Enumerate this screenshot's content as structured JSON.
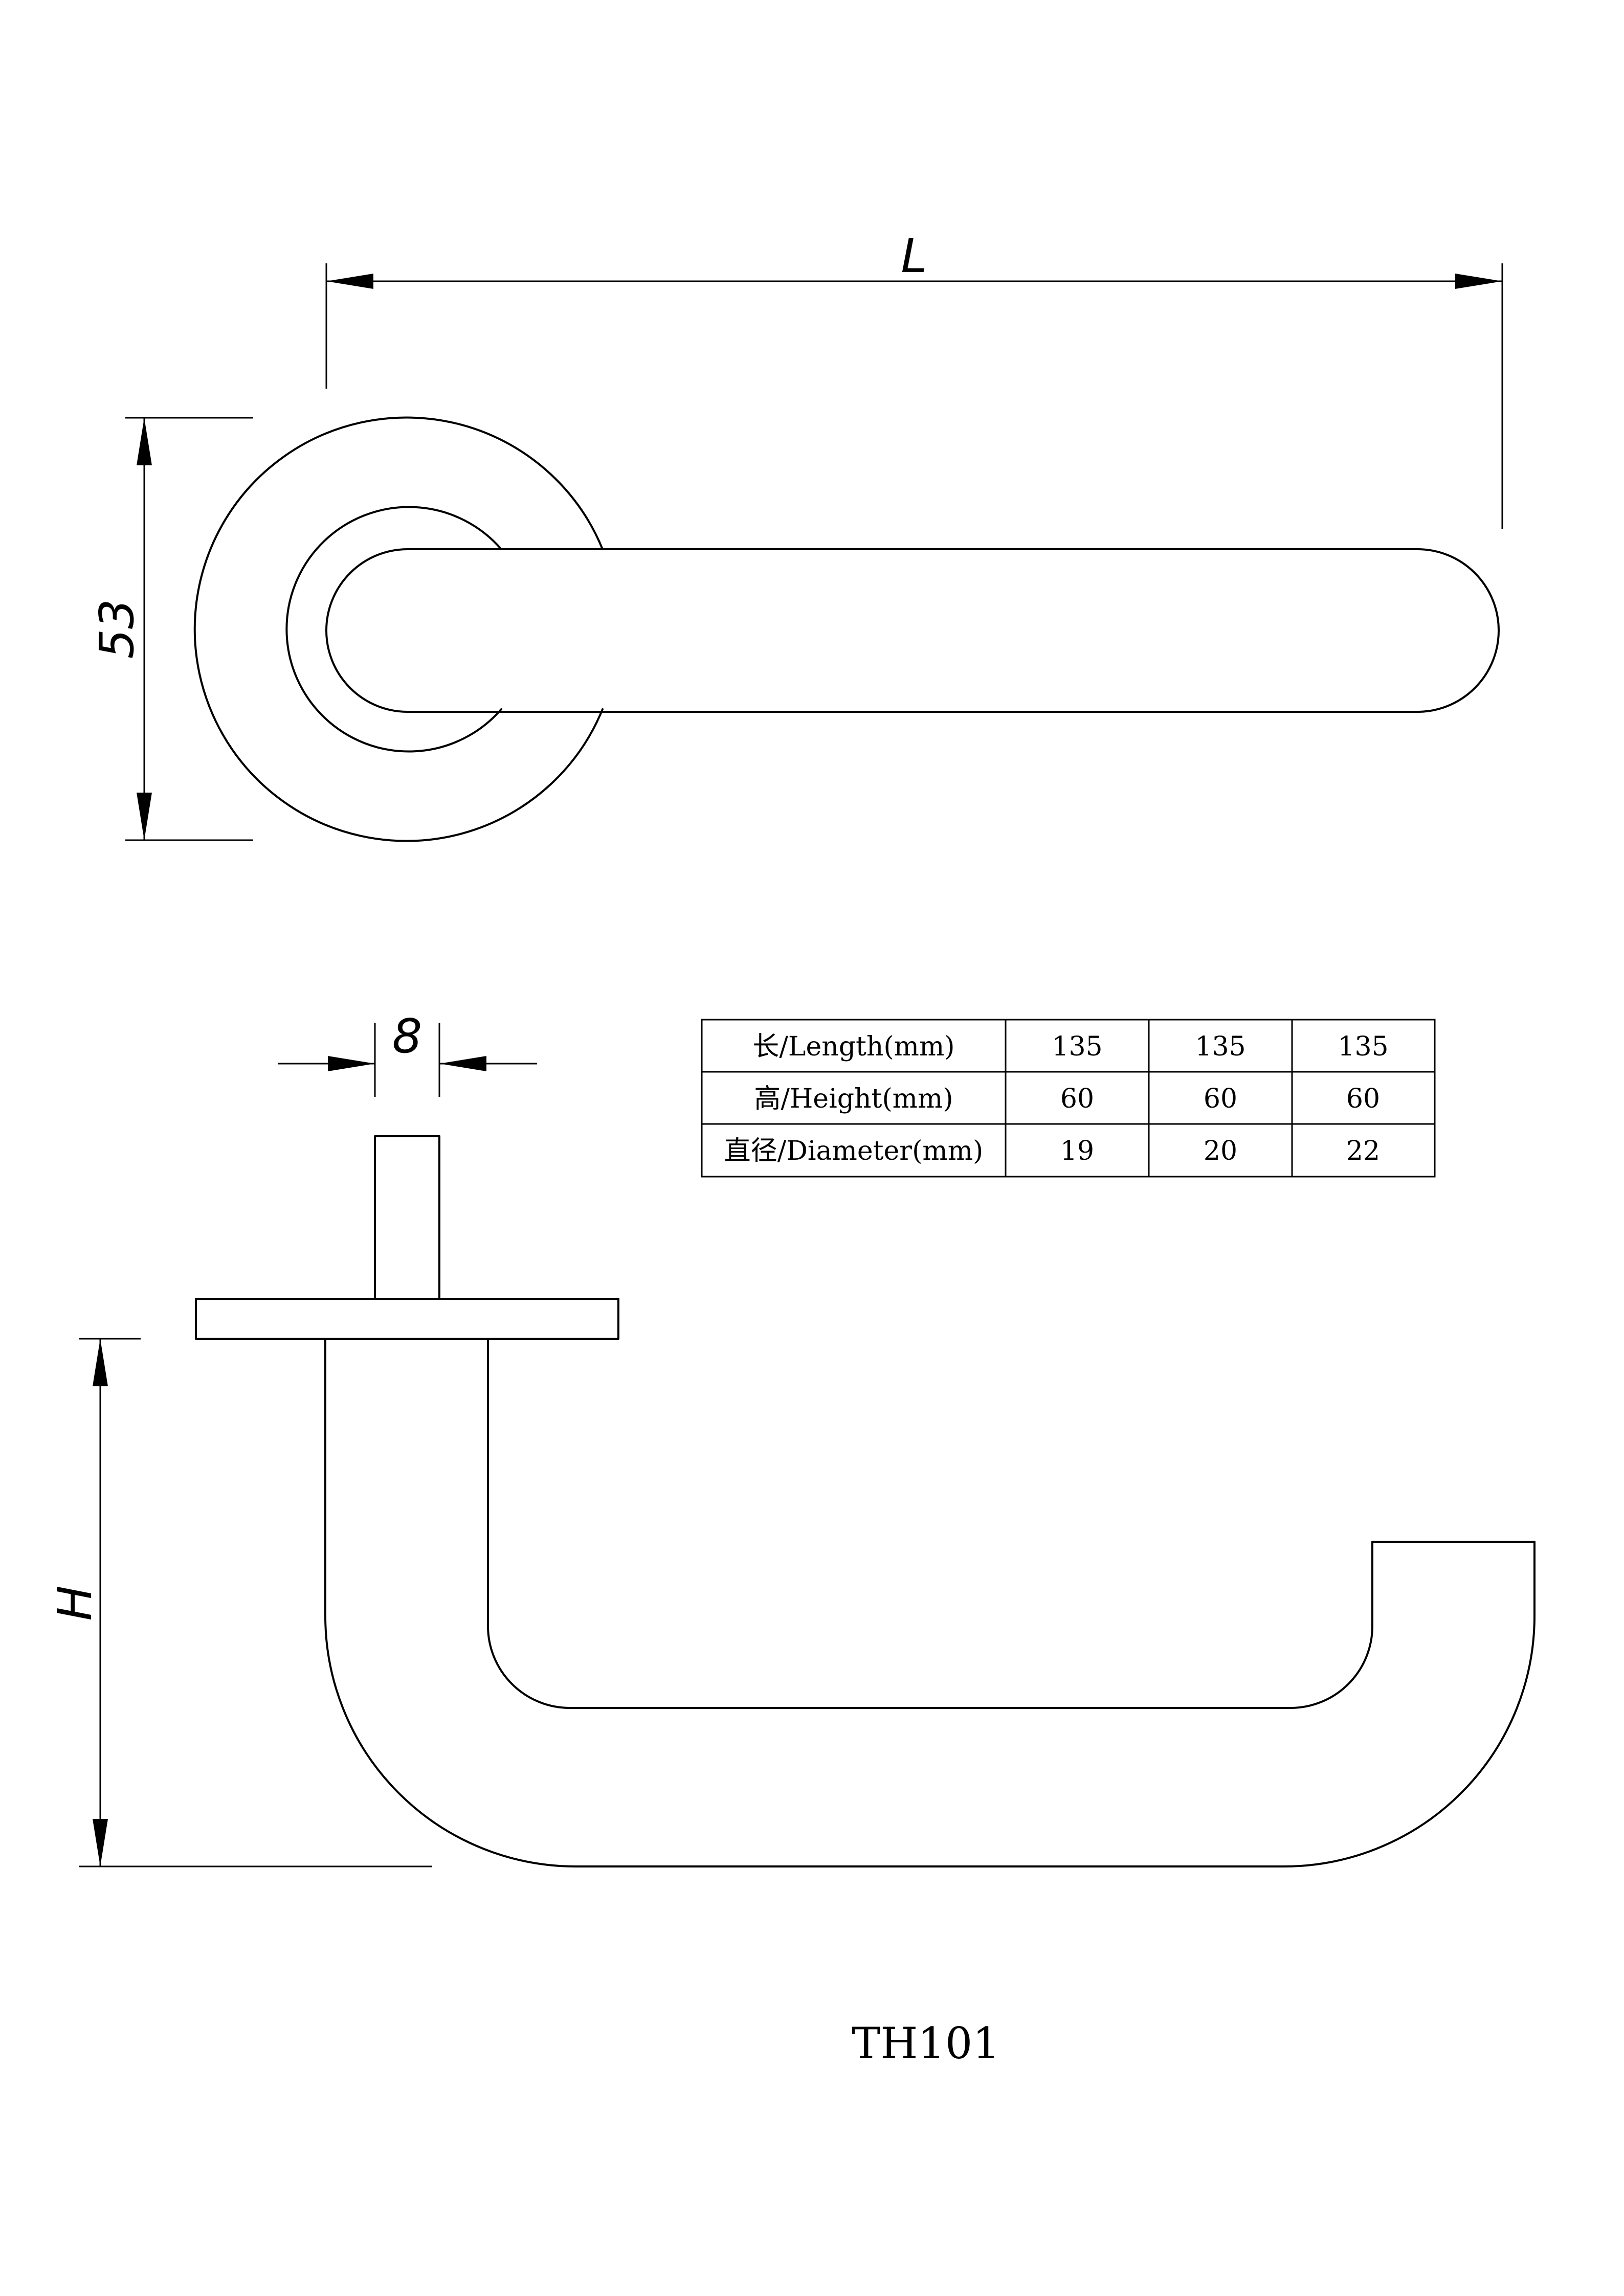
{
  "dimensions": {
    "length_symbol": "L",
    "rose_height": "53",
    "spindle_width": "8",
    "height_symbol": "H"
  },
  "spec_table": {
    "rows": [
      {
        "label": "长/Length(mm)",
        "values": [
          "135",
          "135",
          "135"
        ]
      },
      {
        "label": "高/Height(mm)",
        "values": [
          "60",
          "60",
          "60"
        ]
      },
      {
        "label": "直径/Diameter(mm)",
        "values": [
          "19",
          "20",
          "22"
        ]
      }
    ]
  },
  "model": "TH101"
}
